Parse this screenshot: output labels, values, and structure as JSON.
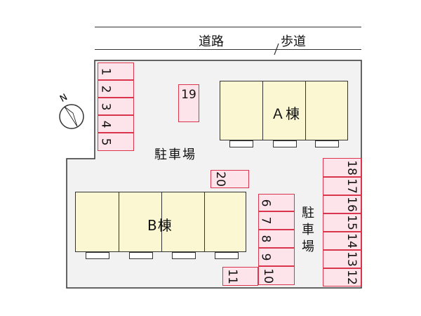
{
  "road": {
    "road_label": "道路",
    "sidewalk_label": "歩道"
  },
  "buildings": {
    "a_label": "Ａ棟",
    "b_label": "B棟"
  },
  "parking": {
    "label_horizontal": "駐車場",
    "label_vertical": [
      "駐",
      "車",
      "場"
    ]
  },
  "stalls": {
    "s1": "1",
    "s2": "2",
    "s3": "3",
    "s4": "4",
    "s5": "5",
    "s6": "6",
    "s7": "7",
    "s8": "8",
    "s9": "9",
    "s10": "10",
    "s11": "11",
    "s12": "12",
    "s13": "13",
    "s14": "14",
    "s15": "15",
    "s16": "16",
    "s17": "17",
    "s18": "18",
    "s19": "19",
    "s20": "20"
  },
  "compass": {
    "north_label": "N"
  },
  "colors": {
    "stall_fill": "#fde3ea",
    "stall_border": "#d9364d",
    "building_fill": "#fbf7d2",
    "lot_fill": "#f2f2f2"
  }
}
